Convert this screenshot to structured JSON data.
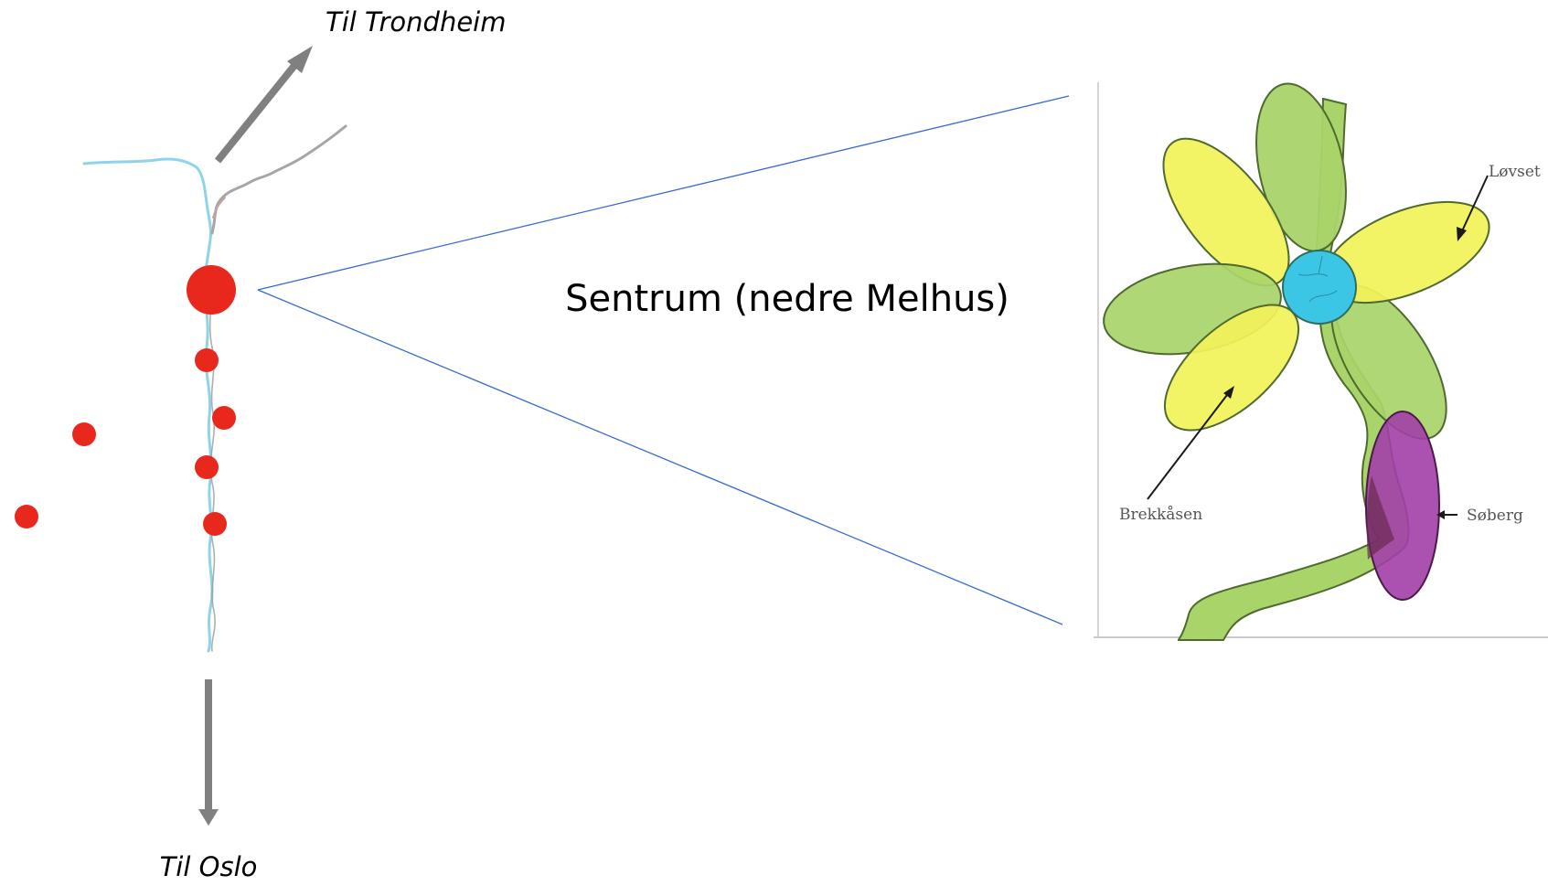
{
  "labels": {
    "north": "Til Trondheim",
    "south": "Til Oslo",
    "center": "Sentrum (nedre Melhus)"
  },
  "inset": {
    "areas": {
      "north_east": "Løvset",
      "south_west": "Brekkåsen",
      "south": "Søberg"
    }
  },
  "colors": {
    "settlement": "#e8281c",
    "river": "#8fd3ea",
    "road": "#9a9a9a",
    "arrow": "#808080",
    "callout_line": "#3a6ad0",
    "petal_green": "#a9d46a",
    "petal_yellow": "#f2f25a",
    "center_blue": "#3cc6e6",
    "purple_area": "#a23fa8",
    "outline": "#4e6a2e"
  }
}
